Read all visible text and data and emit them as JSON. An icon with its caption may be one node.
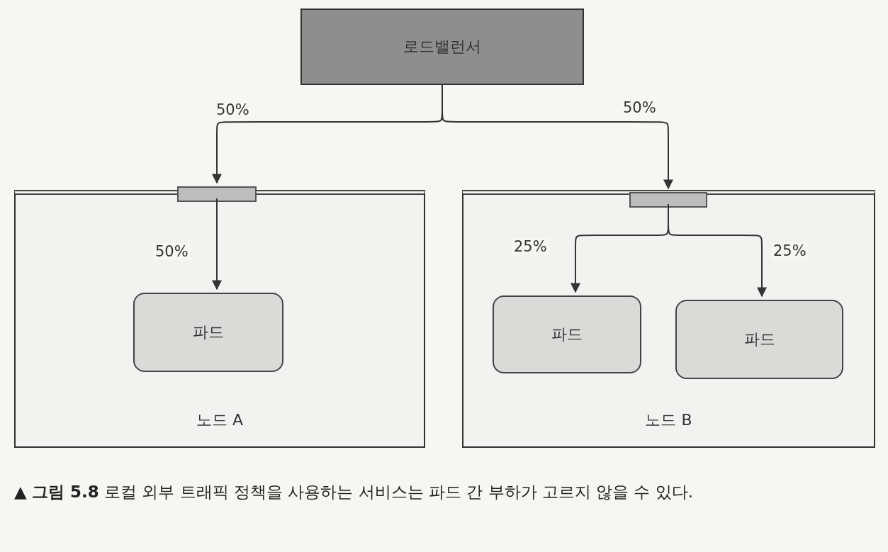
{
  "diagram": {
    "caption": "▲ **그림 5.8** 로컬 외부 트래픽 정책을 사용하는 서비스는 파드 간 부하가 고르지 않을 수 있다.",
    "nodes": [
      {
        "text": [
          "로드밸런서"
        ]
      },
      {
        "text": [
          "노드 A"
        ]
      },
      {
        "text": [],
        "shape": "bar",
        "in": 1
      },
      {
        "text": [
          "파드"
        ],
        "in": 1
      },
      {
        "text": [
          "노드 B"
        ]
      },
      {
        "text": [],
        "shape": "bar",
        "in": 4
      },
      {
        "text": [
          "파드"
        ],
        "in": 4
      },
      {
        "text": [
          "파드"
        ],
        "in": 4
      }
    ],
    "edges": [
      {
        "from": 0,
        "to": 2,
        "arrow": "to",
        "label": "50%"
      },
      {
        "from": 0,
        "to": 5,
        "arrow": "to",
        "label": "50%"
      },
      {
        "from": 2,
        "to": 3,
        "arrow": "to",
        "label": "50%"
      },
      {
        "from": 5,
        "to": 6,
        "arrow": "to",
        "label": "25%"
      },
      {
        "from": 5,
        "to": 7,
        "arrow": "to",
        "label": "25%"
      }
    ]
  }
}
